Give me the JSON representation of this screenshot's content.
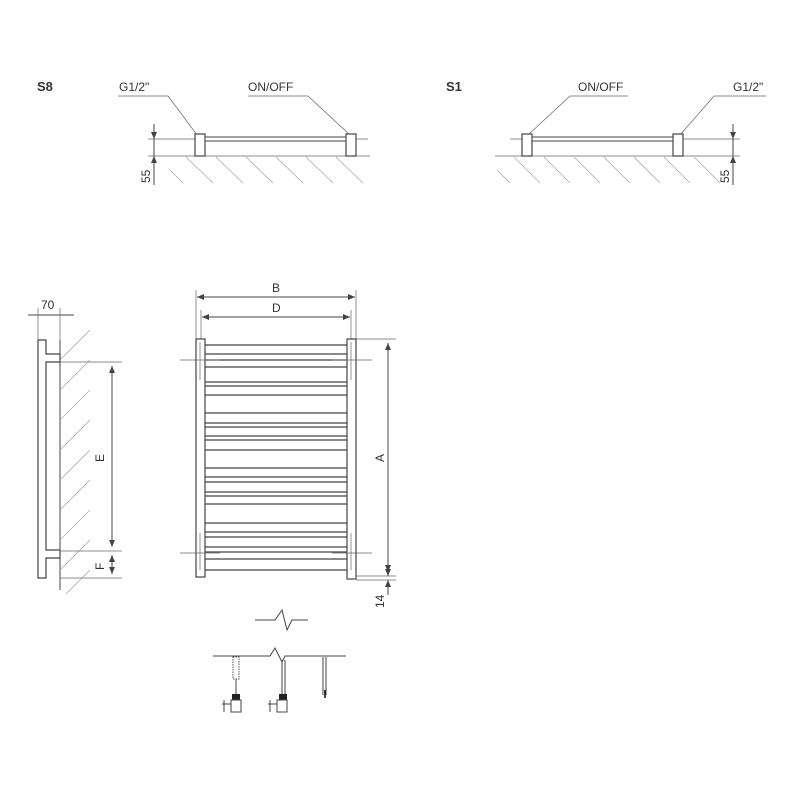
{
  "diagram": {
    "variants": [
      {
        "code": "S8",
        "left_label": "G1/2\"",
        "right_label": "ON/OFF",
        "height_dim": "55"
      },
      {
        "code": "S1",
        "left_label": "ON/OFF",
        "right_label": "G1/2\"",
        "height_dim": "55"
      }
    ],
    "side_view": {
      "depth_dim": "70",
      "spacing_dim": "E",
      "offset_dim": "F"
    },
    "front_view": {
      "width_dim": "B",
      "inner_width_dim": "D",
      "height_dim": "A",
      "bottom_dim": "14"
    }
  }
}
